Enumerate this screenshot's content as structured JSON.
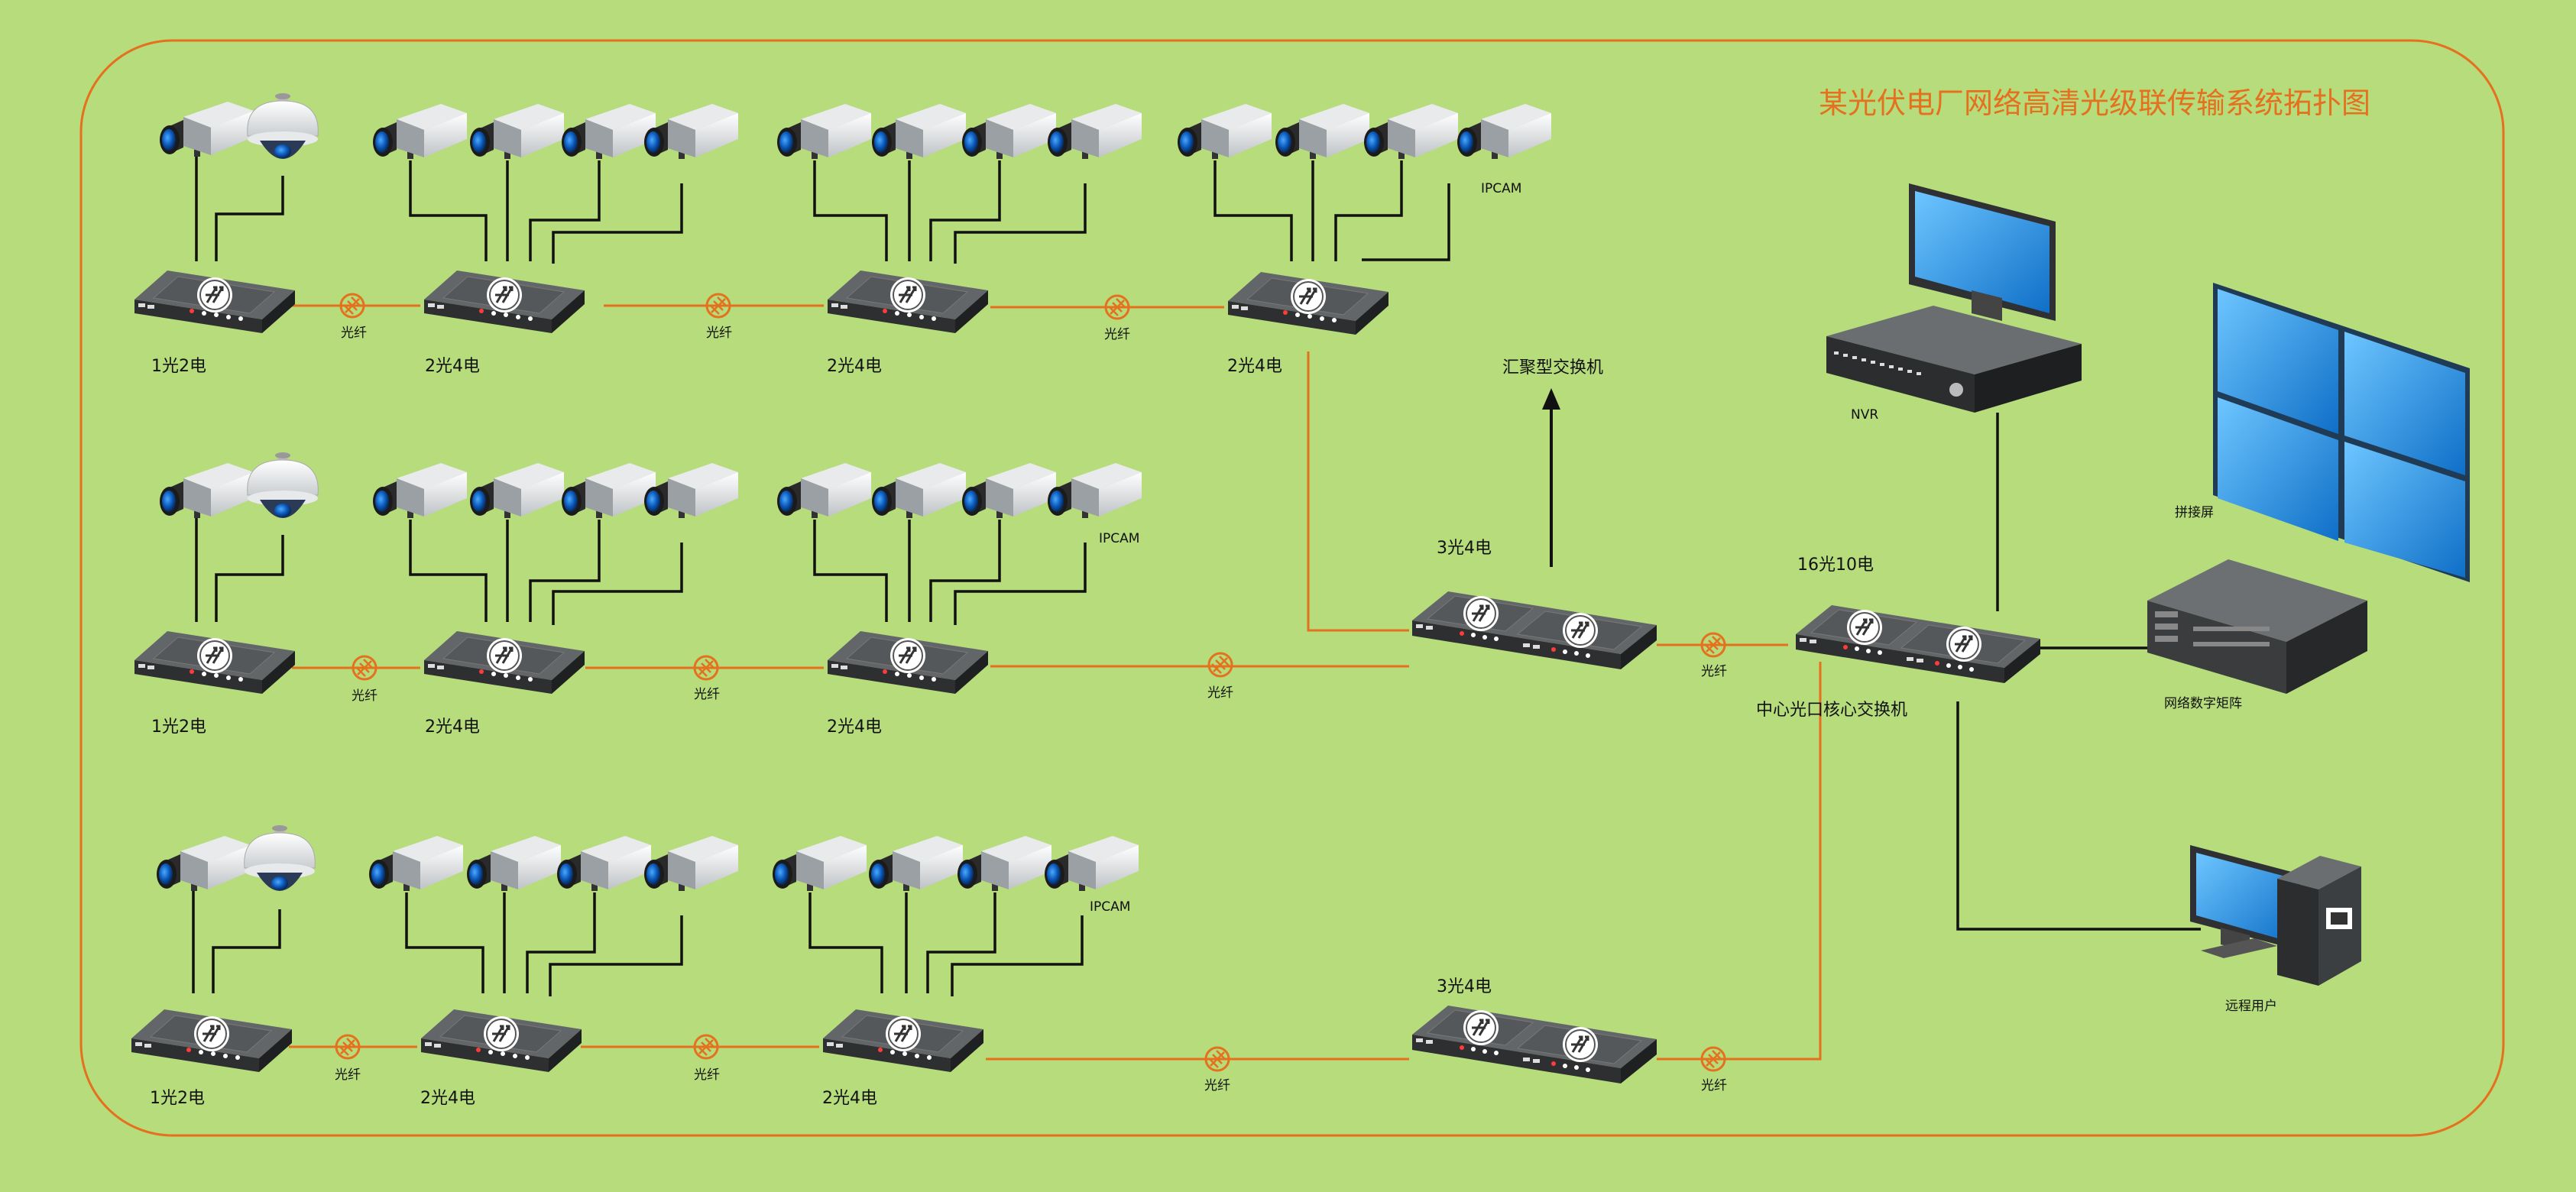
{
  "title": "某光伏电厂网络高清光级联传输系统拓扑图",
  "colors": {
    "background": "#b6dc7b",
    "frame": "#e5701e",
    "fiber": "#e5701e",
    "copper": "#111111",
    "title": "#e5701e"
  },
  "labels": {
    "fiber": "光纤",
    "ipcam": "IPCAM",
    "sw_1g2e": "1光2电",
    "sw_2g4e": "2光4电",
    "sw_3g4e": "3光4电",
    "sw_16g10e": "16光10电",
    "aggregation_switch": "汇聚型交换机",
    "core_switch": "中心光口核心交换机",
    "nvr": "NVR",
    "video_wall": "拼接屏",
    "matrix": "网络数字矩阵",
    "remote_user": "远程用户"
  },
  "icons": {
    "camera": "box-camera-icon",
    "dome": "dome-camera-icon",
    "switch": "network-switch-icon",
    "fiber_node": "fiber-connector-icon",
    "nvr": "nvr-recorder-icon",
    "wall": "video-wall-icon",
    "matrix": "server-rack-icon",
    "pc": "desktop-computer-icon"
  }
}
